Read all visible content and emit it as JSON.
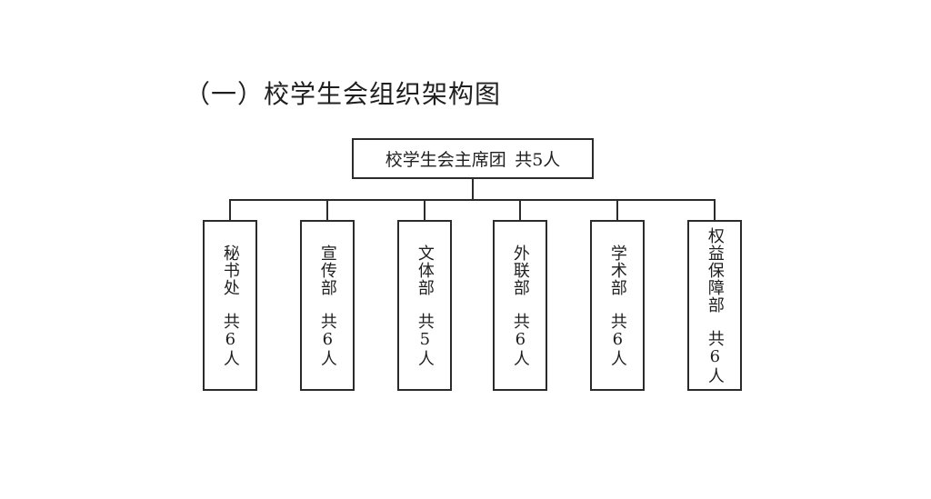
{
  "page": {
    "title": "（一）校学生会组织架构图"
  },
  "org_chart": {
    "type": "org-tree",
    "root": {
      "label": "校学生会主席团",
      "count": "共5人"
    },
    "departments": [
      {
        "name": "秘书处",
        "count": "共6人"
      },
      {
        "name": "宣传部",
        "count": "共6人"
      },
      {
        "name": "文体部",
        "count": "共5人"
      },
      {
        "name": "外联部",
        "count": "共6人"
      },
      {
        "name": "学术部",
        "count": "共6人"
      },
      {
        "name": "权益保障部",
        "count": "共6人"
      }
    ],
    "colors": {
      "line": "#2b2b2b",
      "text": "#1f1f1f",
      "background": "#ffffff"
    }
  }
}
